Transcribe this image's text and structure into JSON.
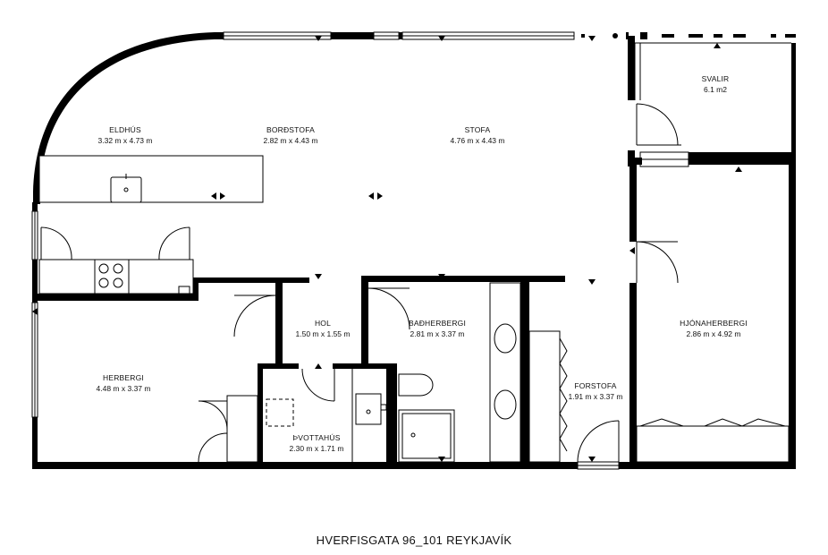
{
  "caption": "HVERFISGATA 96_101 REYKJAVÍK",
  "rooms": [
    {
      "id": "eldhus",
      "name": "ELDHÚS",
      "dims": "3.32 m x 4.73 m"
    },
    {
      "id": "bordstofa",
      "name": "BORÐSTOFA",
      "dims": "2.82 m x 4.43 m"
    },
    {
      "id": "stofa",
      "name": "STOFA",
      "dims": "4.76 m x 4.43 m"
    },
    {
      "id": "svalir",
      "name": "SVALIR",
      "dims": "6.1 m2"
    },
    {
      "id": "hol",
      "name": "HOL",
      "dims": "1.50 m x 1.55 m"
    },
    {
      "id": "badherbergi",
      "name": "BAÐHERBERGI",
      "dims": "2.81 m x 3.37 m"
    },
    {
      "id": "hjonaherbergi",
      "name": "HJÓNAHERBERGI",
      "dims": "2.86 m x 4.92 m"
    },
    {
      "id": "herbergi",
      "name": "HERBERGI",
      "dims": "4.48 m x 3.37 m"
    },
    {
      "id": "forstofa",
      "name": "FORSTOFA",
      "dims": "1.91 m x 3.37 m"
    },
    {
      "id": "thvottahus",
      "name": "ÞVOTTAHÚS",
      "dims": "2.30 m x 1.71 m"
    }
  ]
}
